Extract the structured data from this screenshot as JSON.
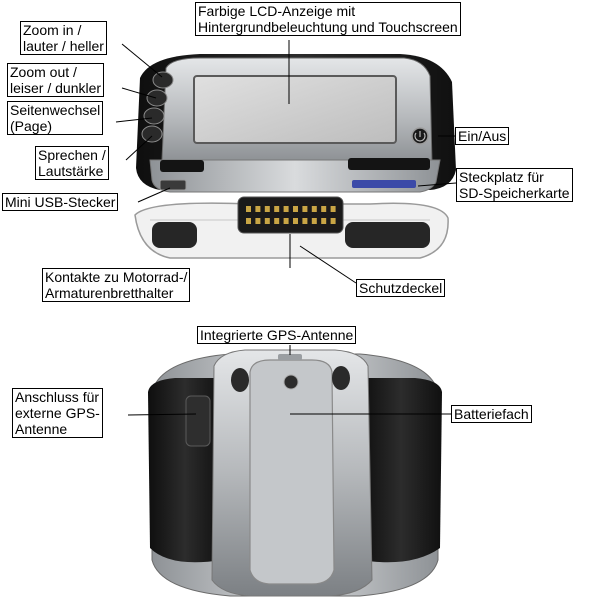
{
  "labels": {
    "zoom_in": [
      "Zoom in /",
      "lauter / heller"
    ],
    "zoom_out": [
      "Zoom out /",
      "leiser / dunkler"
    ],
    "page": [
      "Seitenwechsel",
      "(Page)"
    ],
    "speak": [
      "Sprechen /",
      "Lautstärke"
    ],
    "lcd": [
      "Farbige LCD-Anzeige mit",
      "Hintergrundbeleuchtung und Touchscreen"
    ],
    "power": "Ein/Aus",
    "sd_slot": [
      "Steckplatz für",
      "SD-Speicherkarte"
    ],
    "usb": "Mini USB-Stecker",
    "contacts": [
      "Kontakte zu Motorrad-/",
      "Armaturenbretthalter"
    ],
    "cover": "Schutzdeckel",
    "gps_antenna": "Integrierte GPS-Antenne",
    "ext_antenna": [
      "Anschluss für",
      "externe GPS-",
      "Antenne"
    ],
    "battery": "Batteriefach"
  },
  "colors": {
    "label_border": "#000000",
    "label_bg": "#ffffff",
    "device_dark": "#1c1c1c",
    "device_silver": "#b9bcbf",
    "screen": "#d2d2d2",
    "sd_card": "#3b4aa8"
  }
}
